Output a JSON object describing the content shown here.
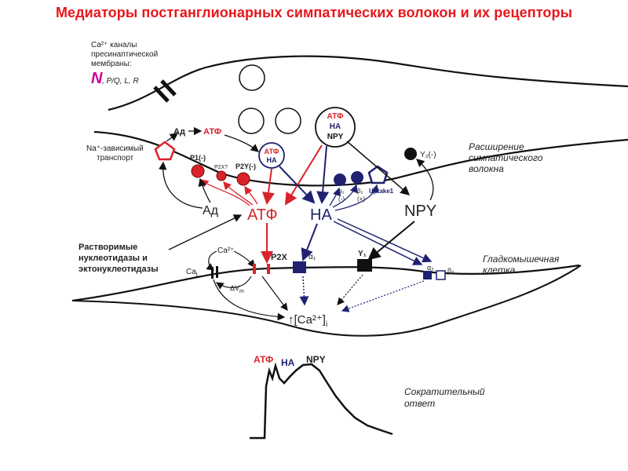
{
  "title": "Медиаторы постганглионарных симпатических волокон и их рецепторы",
  "ca_channels": {
    "line1": "Ca²⁺ каналы",
    "line2": "пресинаптической",
    "line3": "мембраны:",
    "big_n": "N",
    "rest": ", P/Q, L, R"
  },
  "presynaptic": {
    "ad_small": "Ад",
    "atf_small": "АТФ",
    "na_transport_1": "Na⁺-зависимый",
    "na_transport_2": "транспорт",
    "p1": "P1(-)",
    "p2x_q": "P2X?",
    "p2y": "P2Y(-)",
    "vesicle_atf_na_1": "АТФ",
    "vesicle_atf_na_2": "НА",
    "vesicle_big_1": "АТФ",
    "vesicle_big_2": "НА",
    "vesicle_big_3": "NPY",
    "alpha2": "α₂",
    "alpha2_sign": "(-)",
    "beta2": "β₂",
    "beta2_sign": "(+)",
    "uptake1": "Uptake1",
    "y2": "Y₂(-)",
    "fiber_label_1": "Расширение",
    "fiber_label_2": "симпатического",
    "fiber_label_3": "волокна"
  },
  "cleft": {
    "ad": "Ад",
    "atf": "АТФ",
    "na": "НА",
    "npy": "NPY",
    "nucleotidases_1": "Растворимые",
    "nucleotidases_2": "нуклеотидазы и",
    "nucleotidases_3": "эктонуклеотидазы"
  },
  "postsynaptic": {
    "ca2": "Ca²⁺",
    "ca_l": "Ca",
    "ca_l_sub": "L",
    "p2x": "P2X",
    "alpha1": "α₁",
    "y1": "Y₁",
    "alpha2": "α₂",
    "beta2": "β₂",
    "delta_v": "ΔV",
    "delta_v_sub": "m",
    "ca_inside": "↑[Ca²⁺]",
    "ca_inside_sub": "i",
    "cell_label_1": "Гладкомышечная",
    "cell_label_2": "клетка"
  },
  "response": {
    "atf": "АТФ",
    "na": "НА",
    "npy": "NPY",
    "label_1": "Сократительный",
    "label_2": "ответ"
  },
  "colors": {
    "title": "#e8161b",
    "atp": "#d9232a",
    "na": "#1e2270",
    "npy": "#111111",
    "line": "#111111"
  }
}
